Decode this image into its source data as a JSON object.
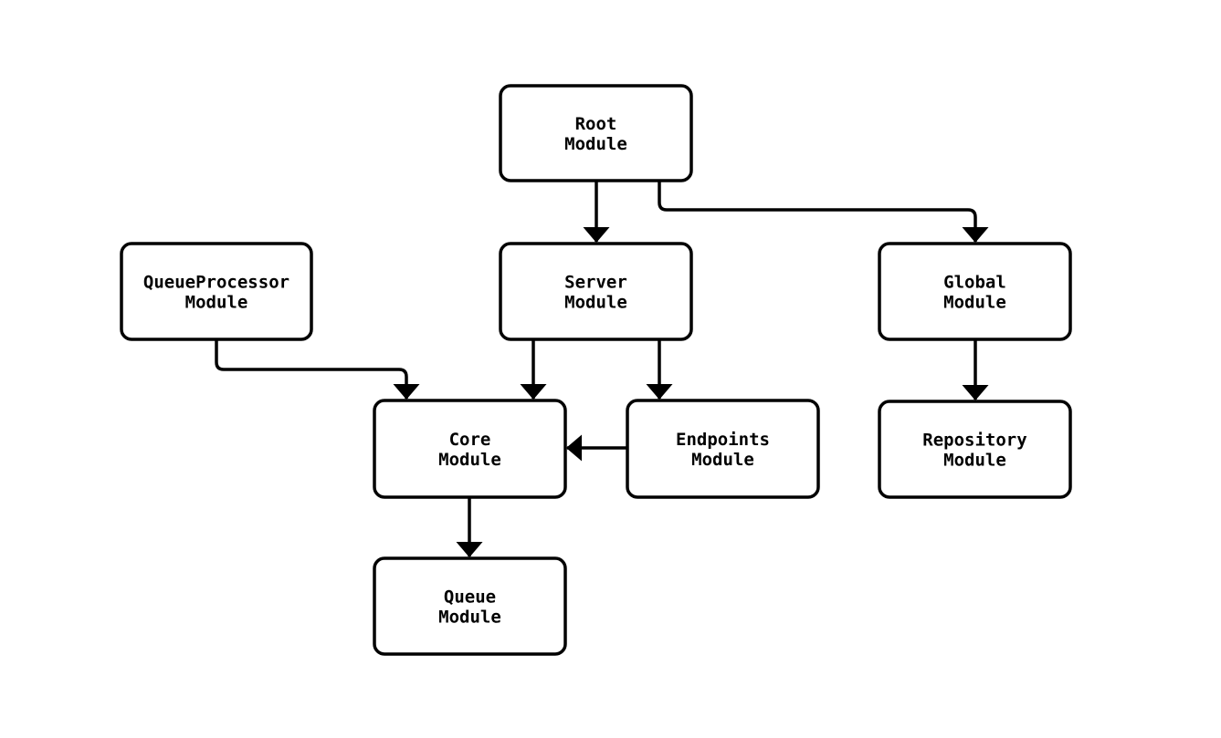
{
  "diagram": {
    "title": "module-dependency-graph",
    "background_color": "#ffffff",
    "node_fill_color": "#ffffff",
    "node_border_color": "#000000",
    "edge_color": "#000000",
    "text_color": "#000000",
    "nodes": [
      {
        "id": "root",
        "lines": [
          "Root",
          "Module"
        ]
      },
      {
        "id": "queueprocessor",
        "lines": [
          "QueueProcessor",
          "Module"
        ]
      },
      {
        "id": "server",
        "lines": [
          "Server",
          "Module"
        ]
      },
      {
        "id": "global",
        "lines": [
          "Global",
          "Module"
        ]
      },
      {
        "id": "core",
        "lines": [
          "Core",
          "Module"
        ]
      },
      {
        "id": "endpoints",
        "lines": [
          "Endpoints",
          "Module"
        ]
      },
      {
        "id": "repository",
        "lines": [
          "Repository",
          "Module"
        ]
      },
      {
        "id": "queue",
        "lines": [
          "Queue",
          "Module"
        ]
      }
    ],
    "edges": [
      {
        "from": "root",
        "to": "server"
      },
      {
        "from": "root",
        "to": "global"
      },
      {
        "from": "queueprocessor",
        "to": "core"
      },
      {
        "from": "server",
        "to": "core"
      },
      {
        "from": "server",
        "to": "endpoints"
      },
      {
        "from": "endpoints",
        "to": "core"
      },
      {
        "from": "global",
        "to": "repository"
      },
      {
        "from": "core",
        "to": "queue"
      }
    ]
  }
}
